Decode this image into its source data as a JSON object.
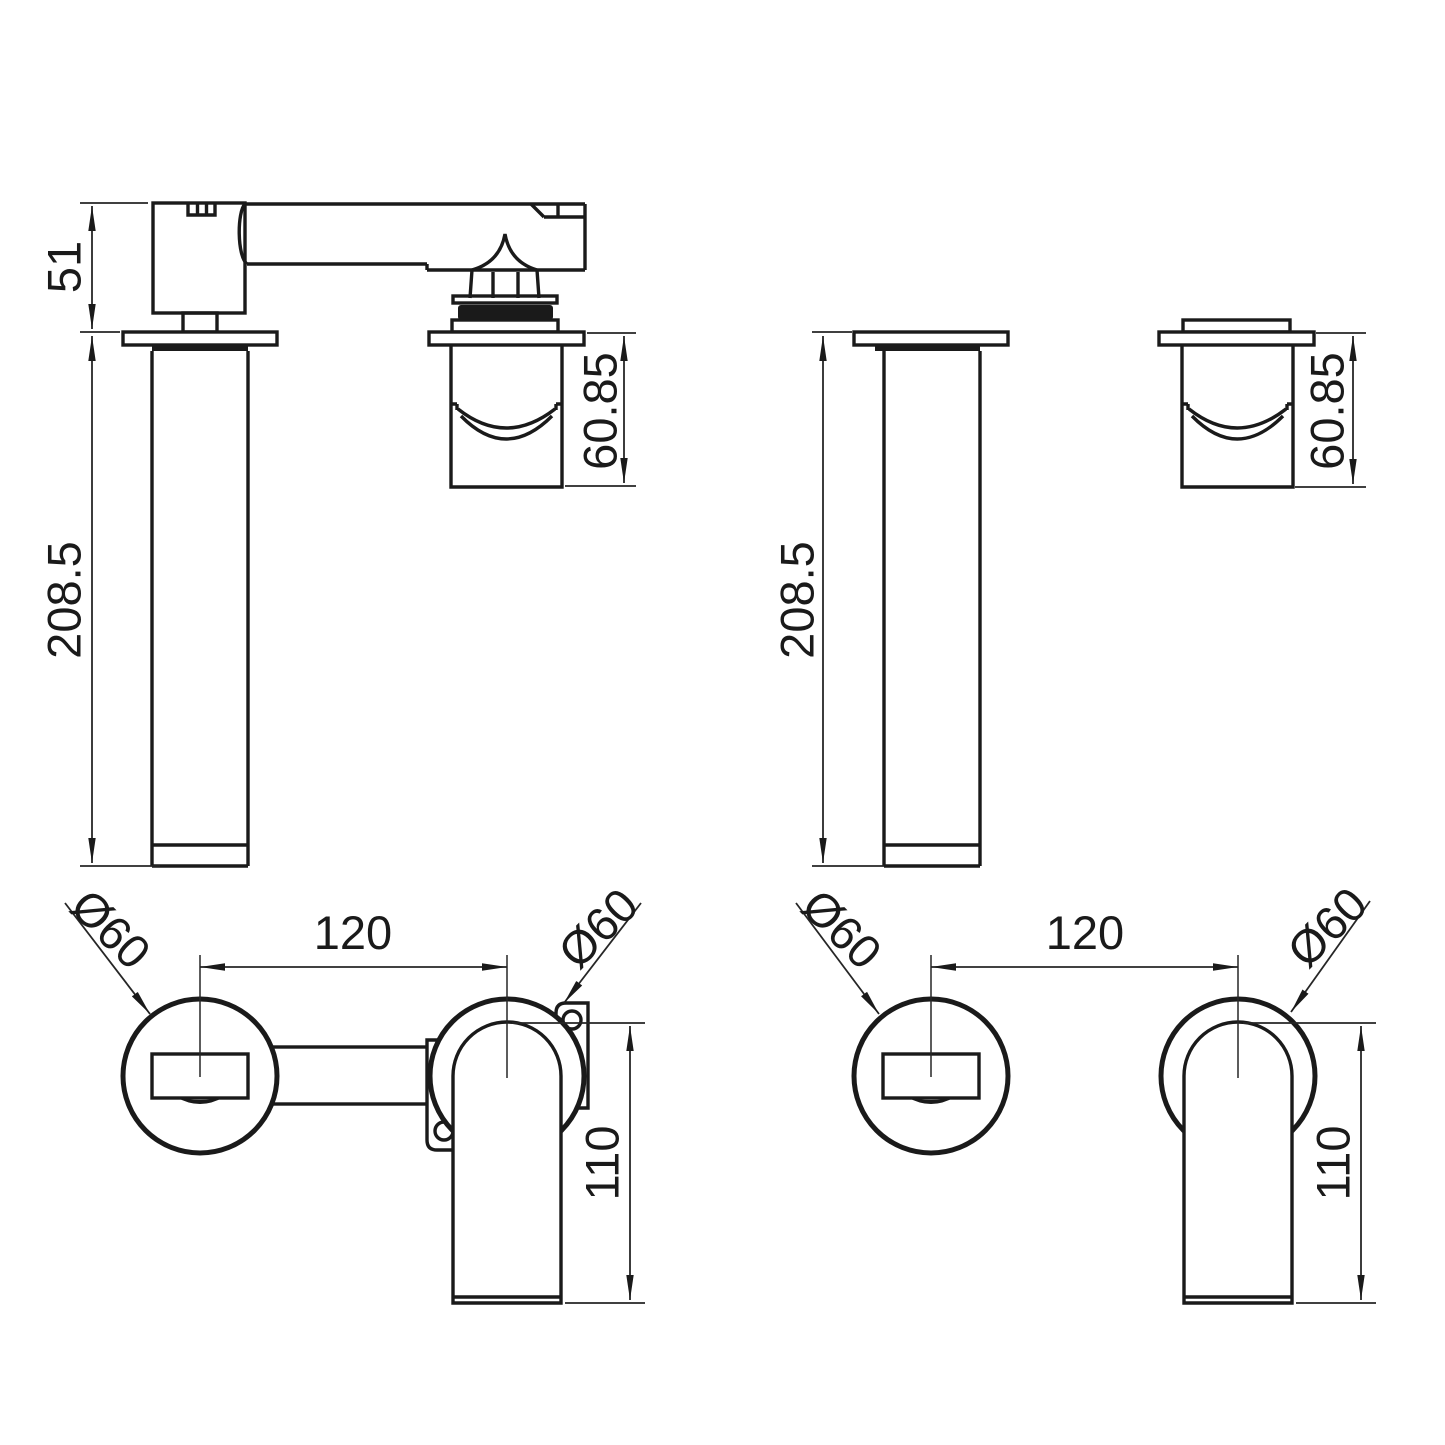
{
  "style": {
    "background": "#ffffff",
    "line_color": "#1a1a1a",
    "diameter_symbol": "Ø"
  },
  "drawing": {
    "type": "technical-dimension-drawing",
    "subject": "wall-mounted basin mixer tap, side and front views, assembled and components",
    "views": {
      "assembled_side": {
        "dims": {
          "handle_height": "51",
          "pipe_length": "208.5",
          "spout_trim_height": "60.85"
        }
      },
      "components_side": {
        "dims": {
          "pipe_length": "208.5",
          "spout_trim_height": "60.85"
        }
      },
      "assembled_front": {
        "dims": {
          "handle_diameter": "Ø60",
          "spout_diameter": "Ø60",
          "centre_distance": "120",
          "spout_drop": "110"
        }
      },
      "components_front": {
        "dims": {
          "handle_diameter": "Ø60",
          "spout_diameter": "Ø60",
          "centre_distance": "120",
          "spout_drop": "110"
        }
      }
    }
  }
}
